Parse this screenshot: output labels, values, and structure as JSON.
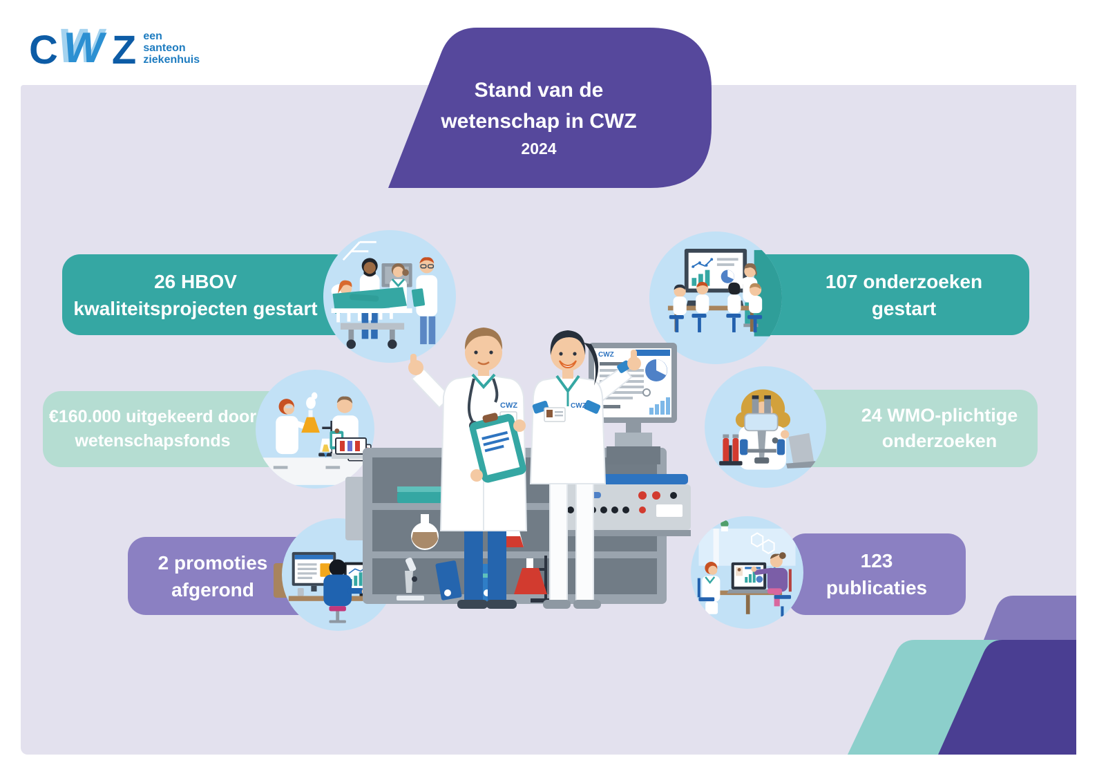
{
  "logo": {
    "letter_c": "C",
    "letter_w": "W",
    "letter_z": "Z",
    "tagline1": "een",
    "tagline2": "santeon",
    "tagline3": "ziekenhuis"
  },
  "title": {
    "line1": "Stand van de",
    "line2": "wetenschap in CWZ",
    "year": "2024"
  },
  "stats": {
    "hbov": {
      "line1": "26 HBOV",
      "line2": "kwaliteitsprojecten gestart"
    },
    "onderzoeken": {
      "line1": "107 onderzoeken",
      "line2": "gestart"
    },
    "fonds": {
      "line1": "€160.000 uitgekeerd door",
      "line2": "wetenschapsfonds"
    },
    "wmo": {
      "line1": "24 WMO-plichtige",
      "line2": "onderzoeken"
    },
    "promoties": {
      "line1": "2 promoties",
      "line2": "afgerond"
    },
    "publicaties": {
      "line1": "123",
      "line2": "publicaties"
    }
  },
  "badges": {
    "uniform_label": "CWZ",
    "monitor_label": "CWZ"
  },
  "colors": {
    "teal_banner": "#35a7a3",
    "mint_banner": "#b5ddd2",
    "purple_banner": "#8b80c2",
    "title_purple": "#56489c",
    "decor_dark_purple": "#4a3e92",
    "decor_light_purple": "#8379bb",
    "decor_teal": "#8ccfcb",
    "panel_lavender": "#e3e1ee",
    "circle_blue": "#c2e1f6",
    "logo_dark_blue": "#0d5ca6",
    "logo_mid_blue": "#2c90d2",
    "logo_light_blue": "#a5d3ef"
  }
}
